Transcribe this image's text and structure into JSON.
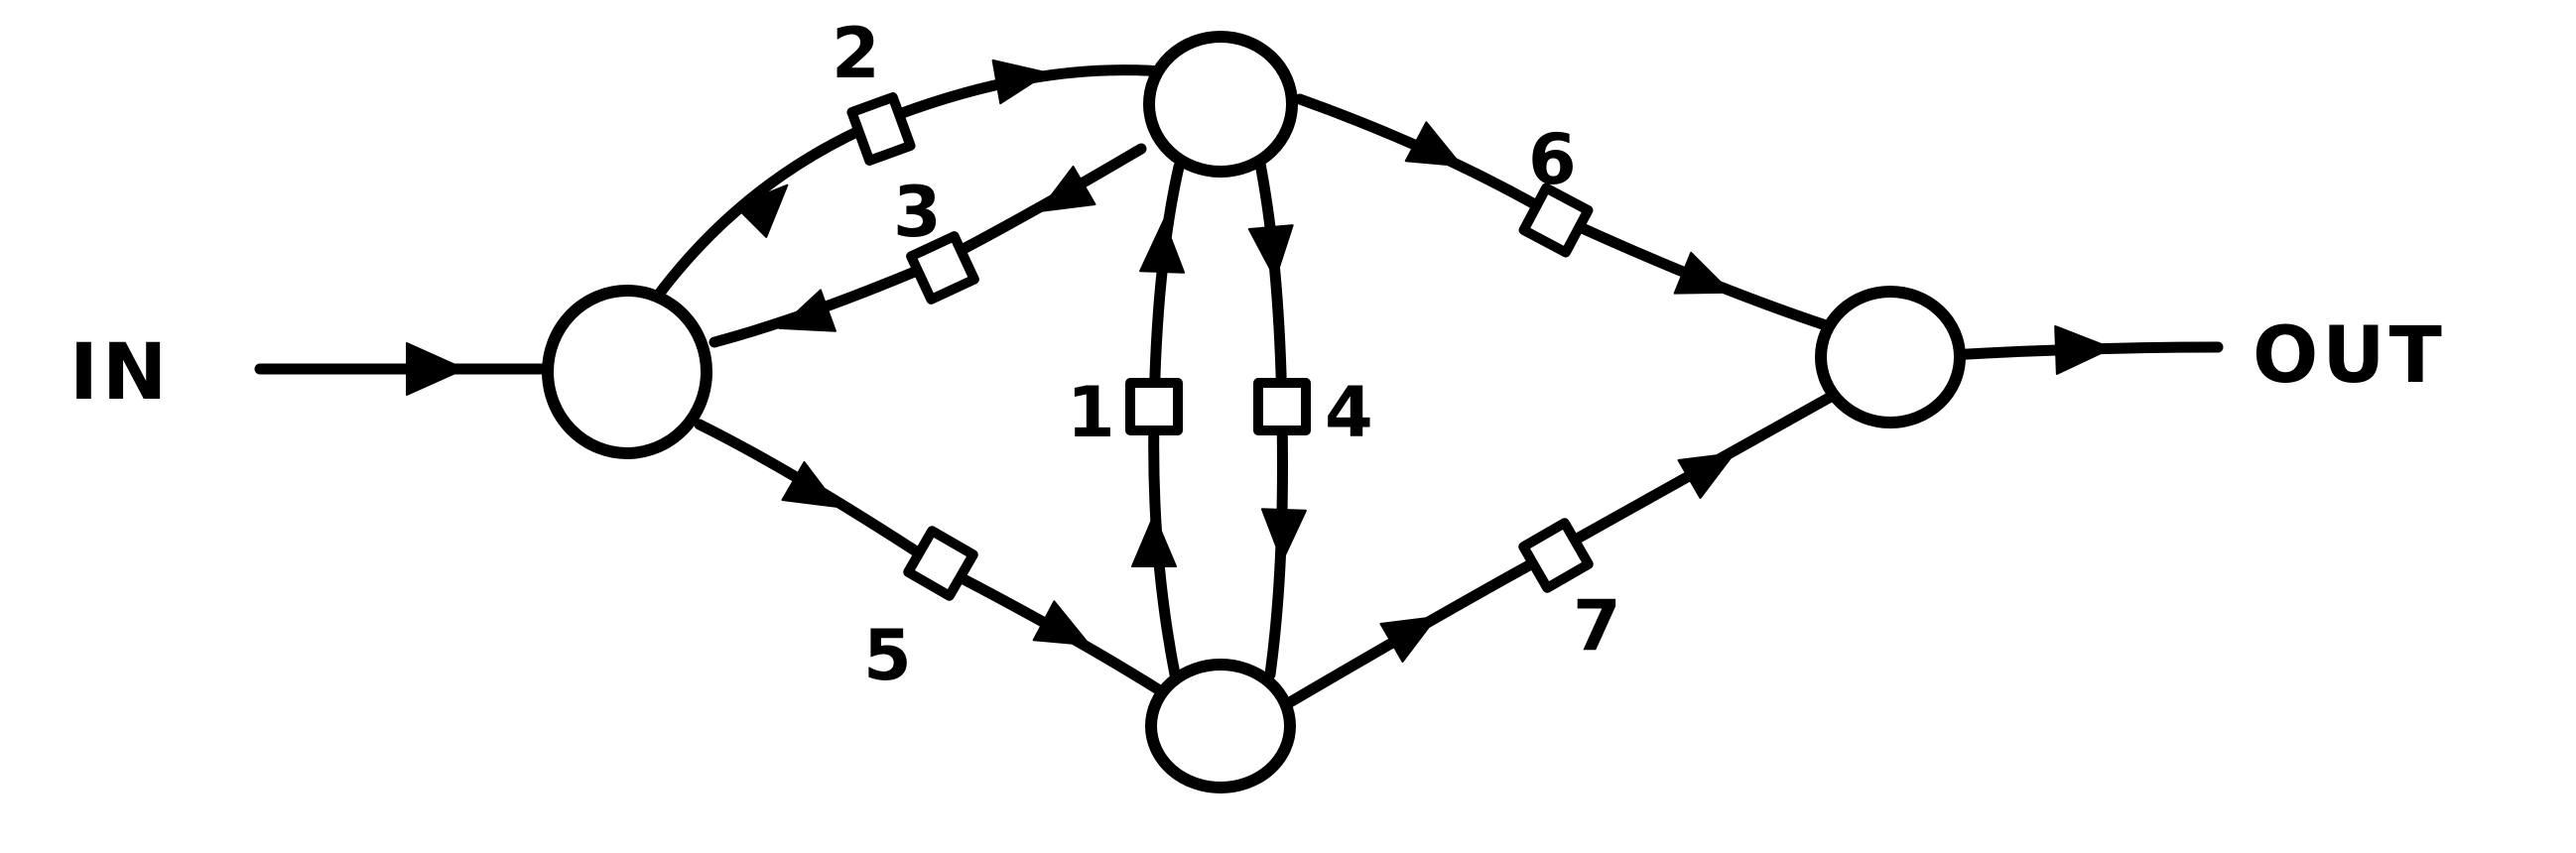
{
  "labels": {
    "input": "IN",
    "output": "OUT",
    "switches": [
      "1",
      "2",
      "3",
      "4",
      "5",
      "6",
      "7"
    ]
  },
  "colors": {
    "ink": "#000000",
    "paper": "#ffffff"
  }
}
